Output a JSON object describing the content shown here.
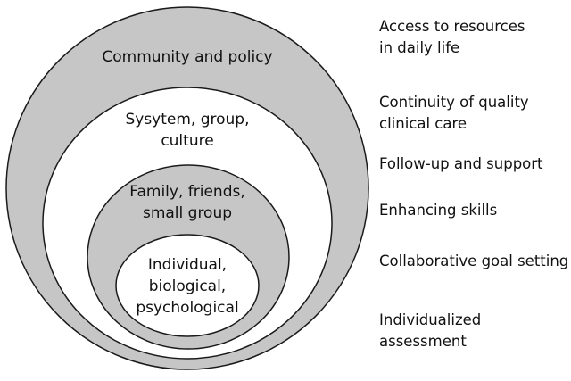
{
  "diagram": {
    "rings": [
      {
        "label": "Community and policy",
        "fill": "#c6c6c6"
      },
      {
        "label": "Sysytem, group,\nculture",
        "fill": "#ffffff"
      },
      {
        "label": "Family, friends,\nsmall group",
        "fill": "#c6c6c6"
      },
      {
        "label": "Individual,\nbiological,\npsychological",
        "fill": "#ffffff"
      }
    ],
    "side_labels": [
      "Access to resources\nin daily life",
      "Continuity of quality\nclinical care",
      "Follow-up and support",
      "Enhancing skills",
      "Collaborative goal setting",
      "Individualized assessment"
    ],
    "stroke_color": "#1a1a1a"
  }
}
